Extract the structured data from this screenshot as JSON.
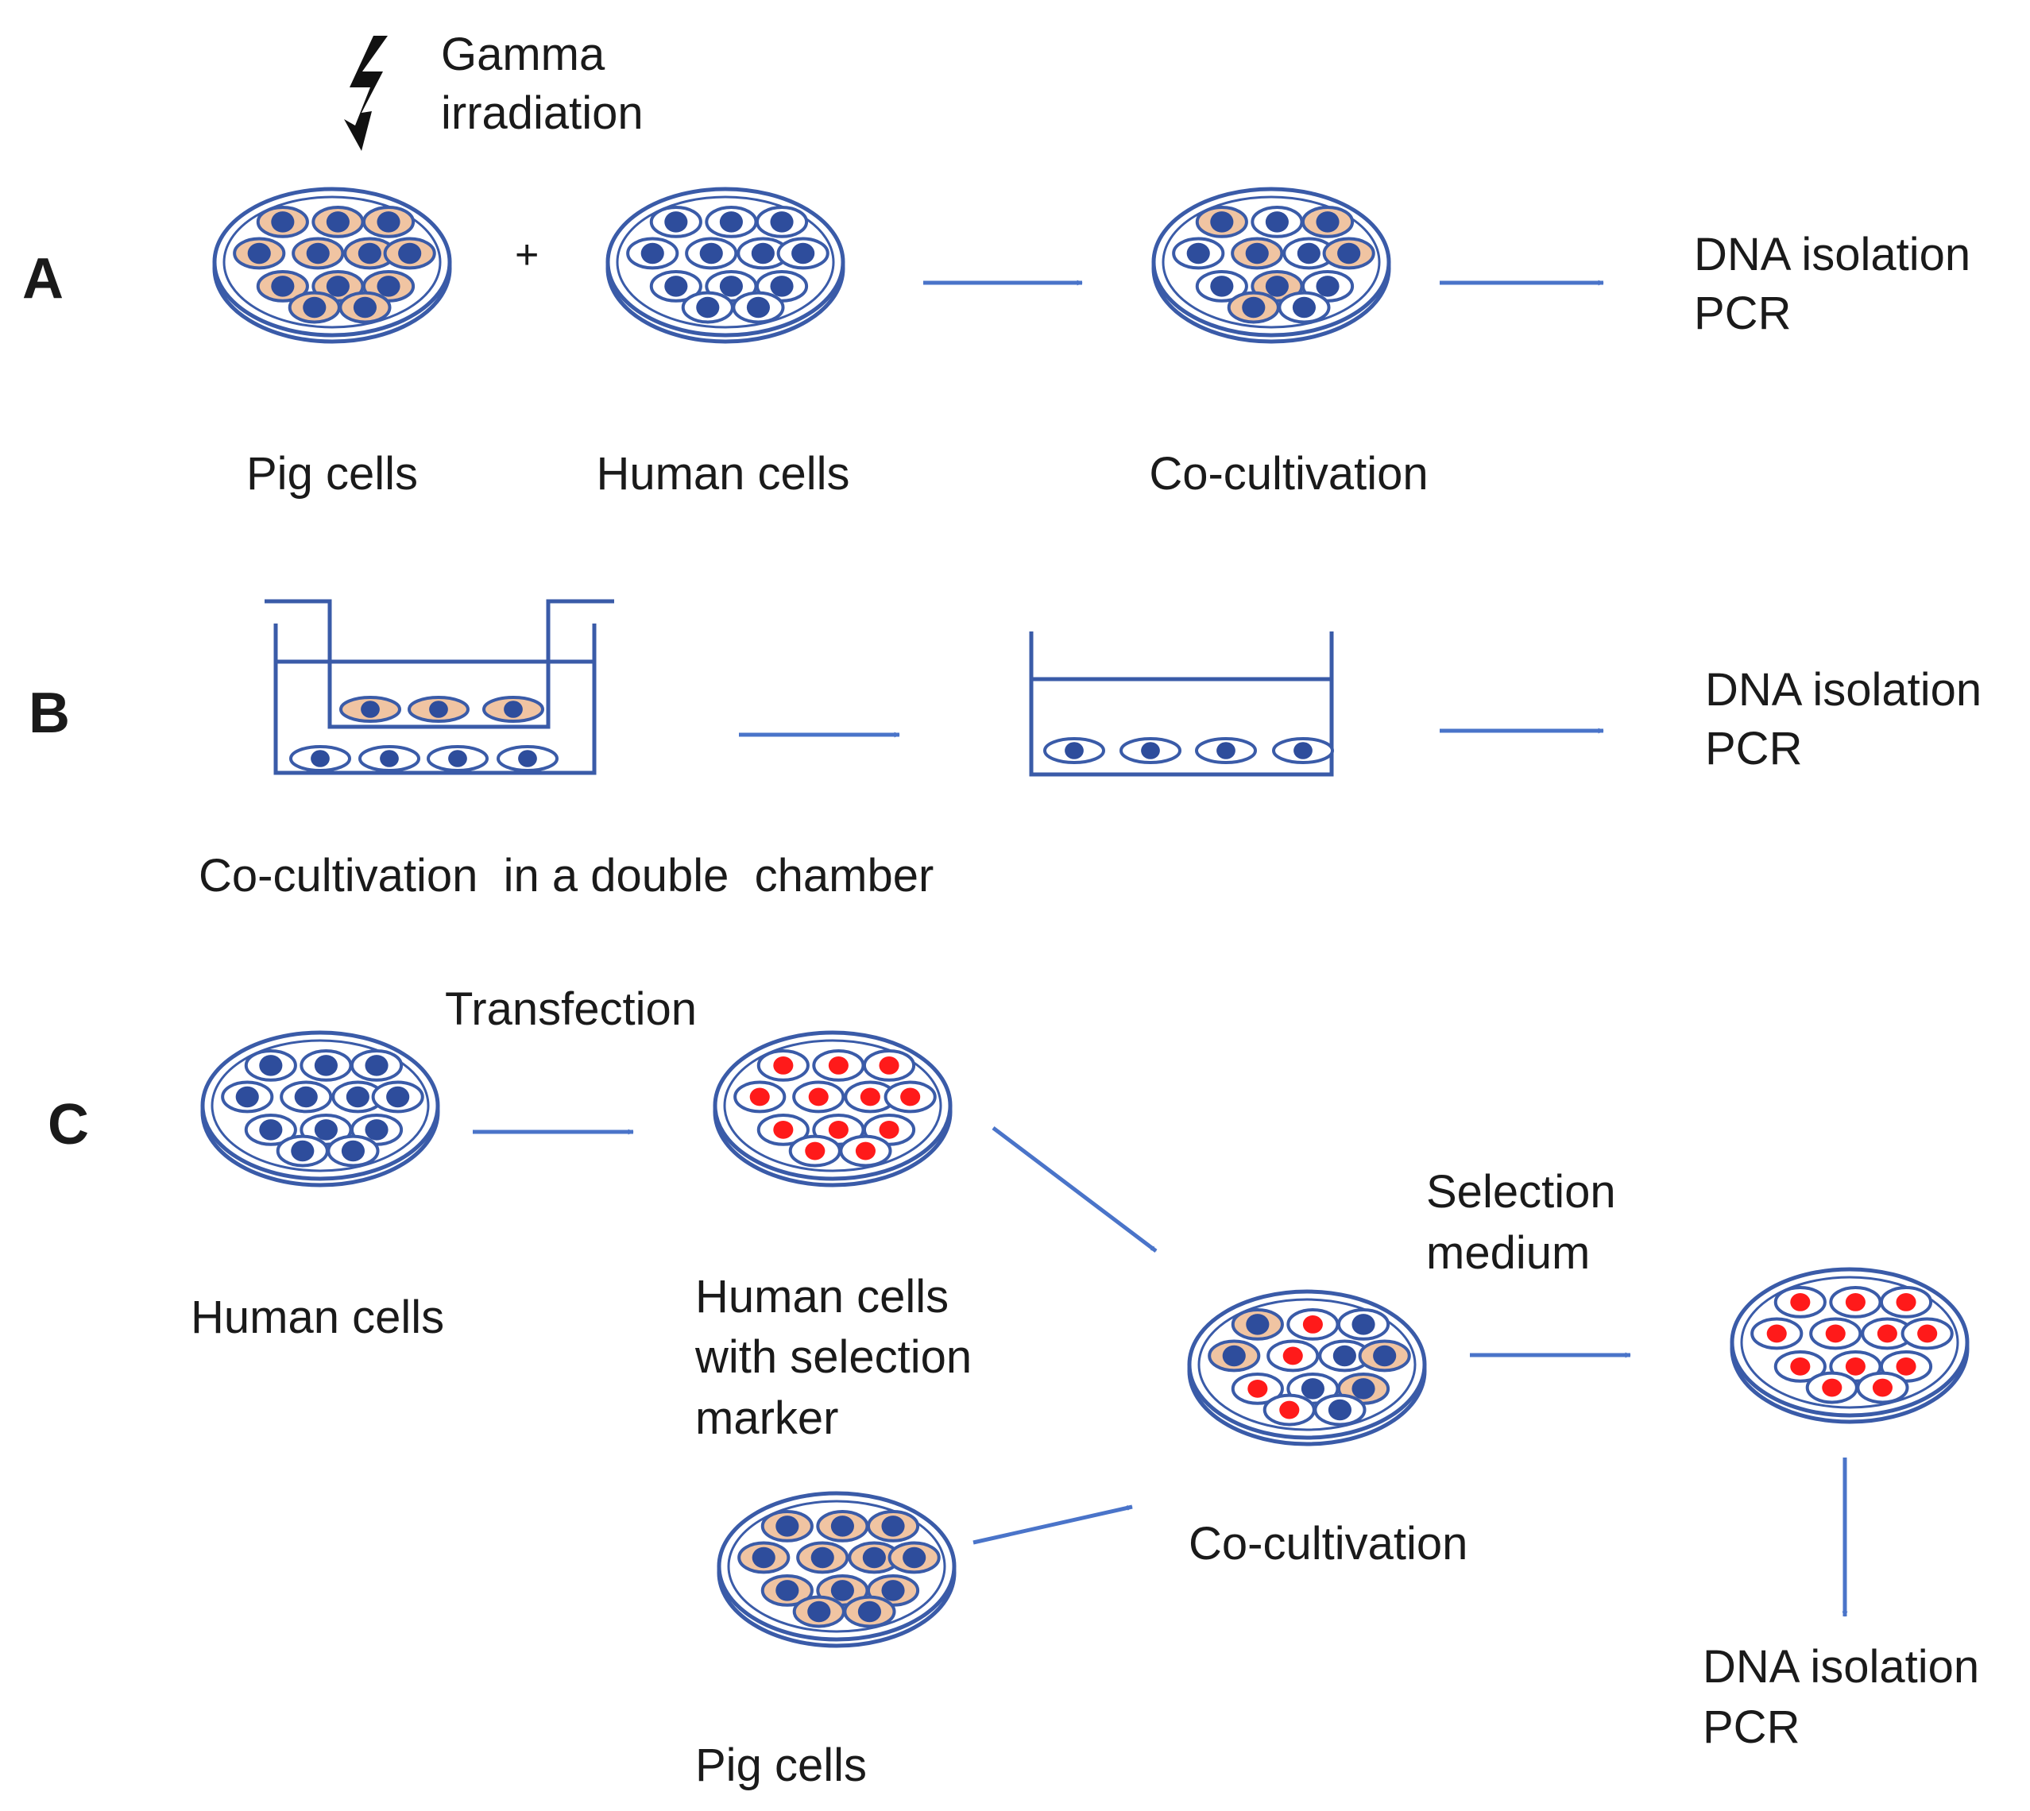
{
  "colors": {
    "stroke": "#3a5ba8",
    "arrow": "#4a74c9",
    "nucleus": "#2e4d9c",
    "pig_cytoplasm": "#f0c4a2",
    "marker": "#ff1a1a",
    "bolt": "#111111"
  },
  "icons": {
    "irradiation": "lightning-bolt-icon"
  },
  "panel_a": {
    "letter": "A",
    "irradiation_line1": "Gamma",
    "irradiation_line2": "irradiation",
    "plus_sign": "+",
    "pig_label": "Pig cells",
    "human_label": "Human cells",
    "cocultivation_label": "Co-cultivation",
    "result_line1": "DNA isolation",
    "result_line2": "PCR"
  },
  "panel_b": {
    "letter": "B",
    "chamber_label": "Co-cultivation  in a double  chamber",
    "result_line1": "DNA isolation",
    "result_line2": "PCR"
  },
  "panel_c": {
    "letter": "C",
    "transfection_label": "Transfection",
    "human_label": "Human cells",
    "marked_line1": "Human cells",
    "marked_line2": "with selection",
    "marked_line3": "marker",
    "pig_label": "Pig cells",
    "selection_line1": "Selection",
    "selection_line2": "medium",
    "cocultivation_label": "Co-cultivation",
    "result_line1": "DNA isolation",
    "result_line2": "PCR"
  }
}
